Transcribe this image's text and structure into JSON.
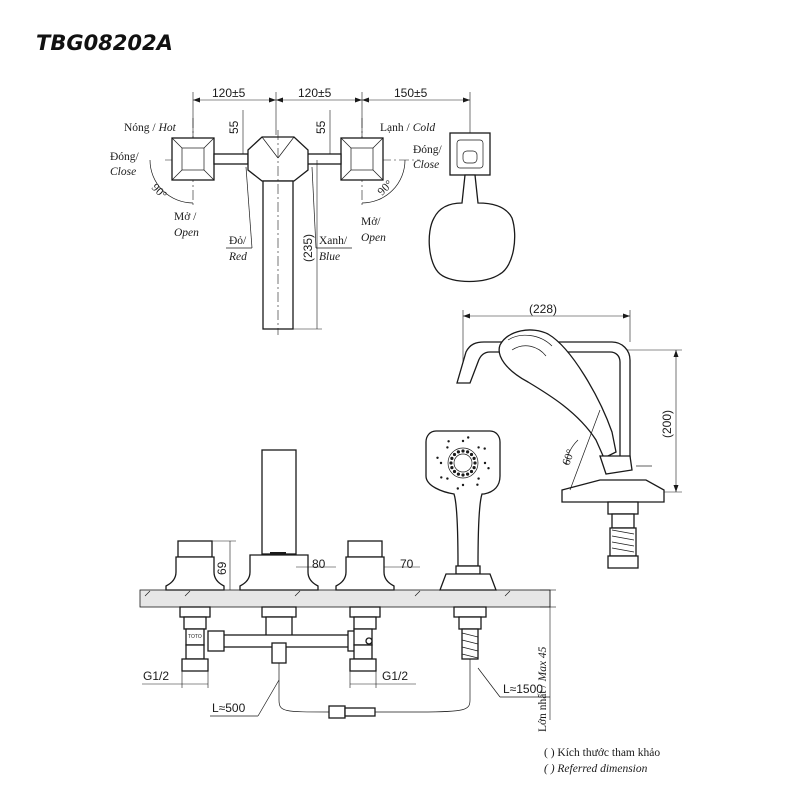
{
  "model_code": "TBG08202A",
  "top_view": {
    "dim_spacing_1": "120±5",
    "dim_spacing_2": "120±5",
    "dim_spacing_3": "150±5",
    "dim_offset_1": "55",
    "dim_offset_2": "55",
    "dim_spout_length": "(235)",
    "hot_vi": "Nóng /",
    "hot_en": "Hot",
    "cold_vi": "Lạnh /",
    "cold_en": "Cold",
    "close_vi_left": "Đóng/",
    "close_en_left": "Close",
    "close_vi_right": "Đóng/",
    "close_en_right": "Close",
    "open_vi_left": "Mở /",
    "open_en_left": "Open",
    "open_vi_right": "Mở/",
    "open_en_right": "Open",
    "angle_left": "90°",
    "angle_right": "90°",
    "red_vi": "Đỏ/",
    "red_en": "Red",
    "blue_vi": "Xanh/",
    "blue_en": "Blue"
  },
  "side_view": {
    "dim_width": "(228)",
    "dim_height": "(200)",
    "angle": "60°"
  },
  "front_view": {
    "dim_handle_height": "69",
    "dim_spout_base": "80",
    "dim_shower_base": "70",
    "thread_left": "G1/2",
    "thread_right": "G1/2",
    "hose_short": "L≈500",
    "hose_long": "L≈1500",
    "max_thickness_vi": "Lớn nhất /",
    "max_thickness_en": "Max 45",
    "brand_mark": "TOTO"
  },
  "legend": {
    "line_vi": "( ) Kích thước tham khảo",
    "line_en": "( ) Referred dimension"
  }
}
